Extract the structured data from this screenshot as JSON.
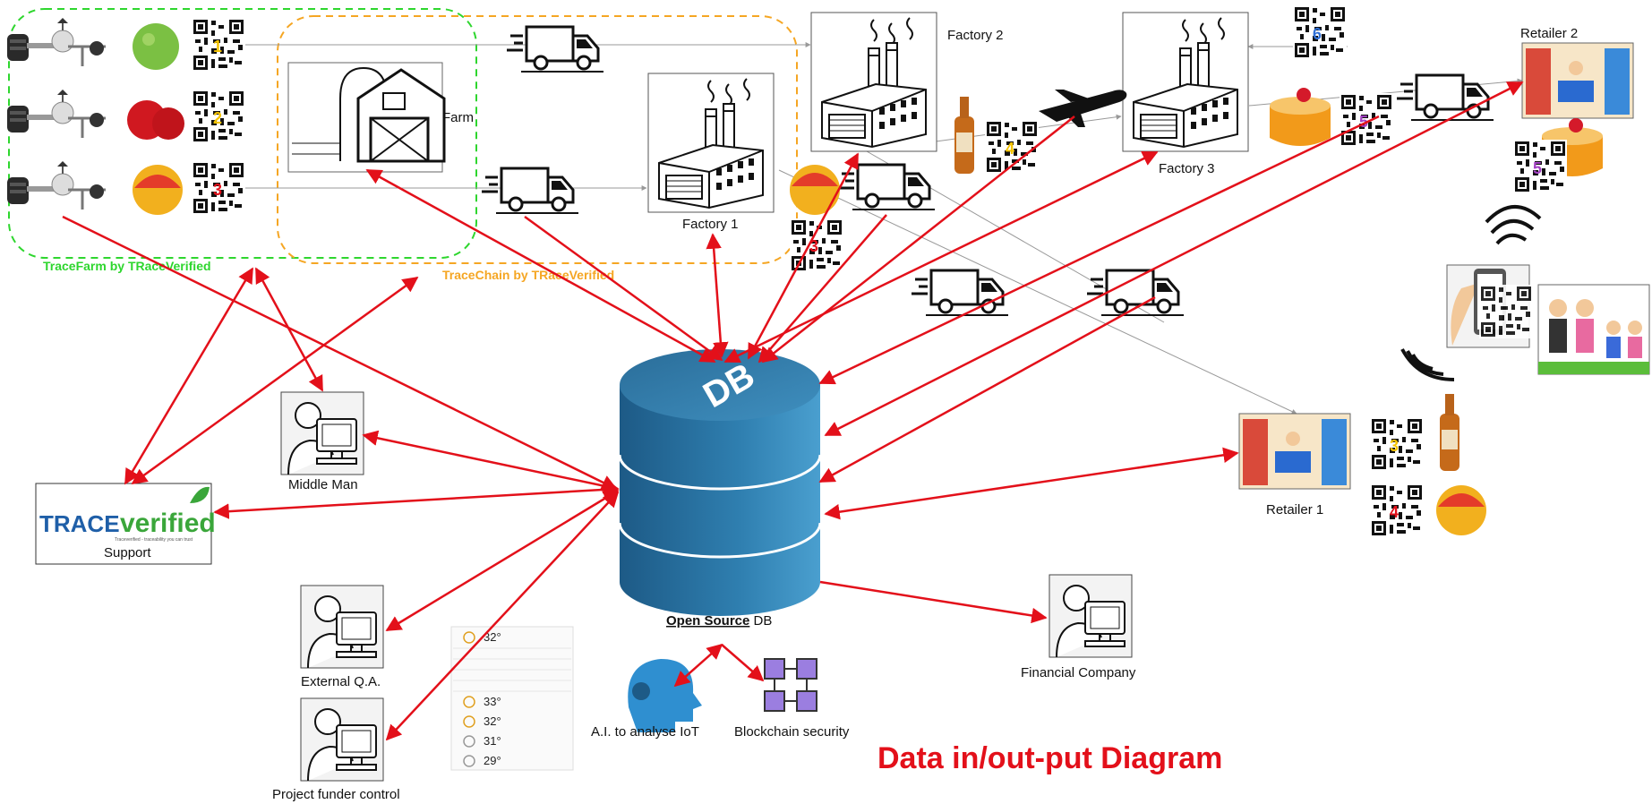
{
  "title": "Data in/out-put Diagram",
  "db": {
    "letters": "DB",
    "caption_bold": "Open Source",
    "caption_rest": " DB"
  },
  "groups": {
    "tracefarm": "TraceFarm by TRaceVerified",
    "tracechain": "TraceChain by TRaceVerified"
  },
  "nodes": {
    "farm": "Farm",
    "factory1": "Factory 1",
    "factory2": "Factory 2",
    "factory3": "Factory 3",
    "retailer1": "Retailer 1",
    "retailer2": "Retailer 2",
    "middle_man": "Middle Man",
    "support": "Support",
    "external_qa": "External Q.A.",
    "project_funder": "Project funder control",
    "financial_company": "Financial Company",
    "ai": "A.I. to analyse IoT",
    "blockchain": "Blockchain security"
  },
  "logo": {
    "trace": "TRACE",
    "verified": "verified",
    "tagline": "Traceverified - traceability you can trust"
  },
  "qr_numbers": [
    "1",
    "2",
    "3",
    "3",
    "4",
    "5",
    "5",
    "6",
    "4",
    "3"
  ],
  "weather": {
    "current_temp": "32°",
    "rows": [
      "33°",
      "32°",
      "31°",
      "29°"
    ]
  },
  "colors": {
    "arrow": "#e3101a",
    "farm_group": "#2ed62e",
    "chain_group": "#f5a623",
    "thin_line": "#999999"
  }
}
